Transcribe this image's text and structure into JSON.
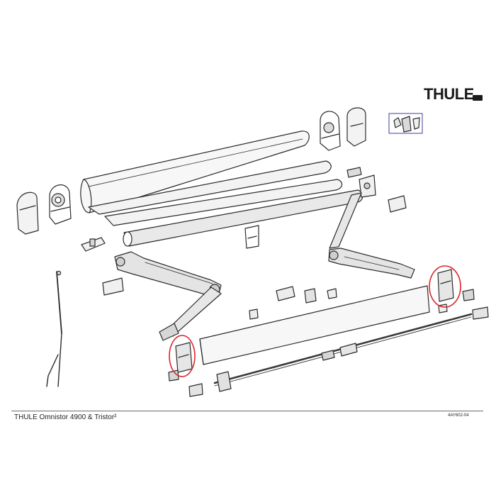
{
  "brand": {
    "logo_text": "THULE"
  },
  "footer": {
    "title": "THULE Omnistor 4900 & Tristor²",
    "code": "4AY602-04"
  },
  "highlights": [
    {
      "label": ""
    },
    {
      "label": ""
    }
  ],
  "colors": {
    "line": "#2b2b2b",
    "highlight": "#d9262b",
    "frame_blue": "#3b3f9a",
    "fill_light": "#ececec",
    "fill_dark": "#7a7a7a"
  }
}
